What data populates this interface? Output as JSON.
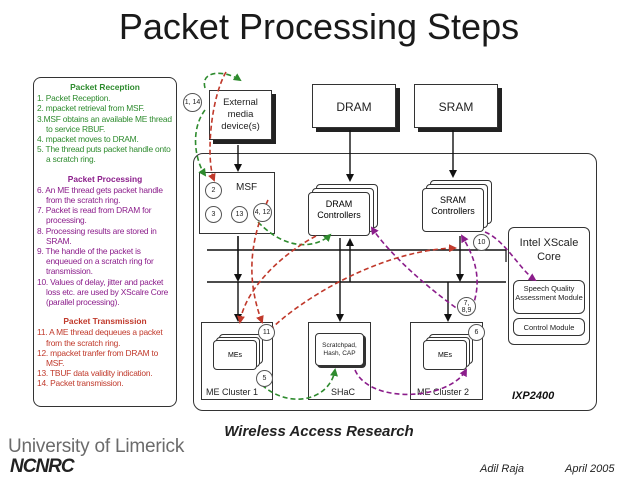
{
  "title": "Packet Processing Steps",
  "reception": {
    "heading": "Packet Reception",
    "steps": [
      "1. Packet Reception.",
      "2. mpacket retrieval from MSF.",
      "3.MSF obtains an available ME thread to service RBUF.",
      "4. mpacket moves to DRAM.",
      "5. The thread puts packet handle onto a scratch ring."
    ]
  },
  "processing": {
    "heading": "Packet Processing",
    "steps": [
      "6. An ME thread gets packet handle from the scratch ring.",
      "7. Packet is read from DRAM for processing.",
      "8. Processing results are stored in SRAM.",
      "9. The handle of the packet is enqueued on a scratch ring for transmission.",
      "10. Values of delay, jitter and packet loss etc. are used by XScalre Core (parallel processing)."
    ]
  },
  "transmission": {
    "heading": "Packet Transmission",
    "steps": [
      "11. A ME thread dequeues a packet from the scratch ring.",
      "12. mpacket tranfer from DRAM to MSF.",
      "13. TBUF data validity indication.",
      "14. Packet transmission."
    ]
  },
  "diagram": {
    "external_media": "External media device(s)",
    "dram": "DRAM",
    "sram": "SRAM",
    "msf": "MSF",
    "dram_controllers": "DRAM Controllers",
    "sram_controllers": "SRAM Controllers",
    "xscale": "Intel XScale Core",
    "speech_module": "Speech Quality Assessment Module",
    "control_module": "Control Module",
    "mes_1": "MEs",
    "mes_2": "MEs",
    "scratchpad": "Scratchpad, Hash, CAP",
    "me_cluster_1": "ME Cluster 1",
    "shac": "SHaC",
    "me_cluster_2": "ME Cluster 2",
    "ixp": "IXP2400",
    "circles": {
      "c1": "1, 14",
      "c2": "2",
      "c3": "3",
      "c13": "13",
      "c4": "4, 12",
      "c10": "10",
      "c7": "7, 8,9",
      "c11": "11",
      "c5": "5",
      "c6": "6"
    }
  },
  "footer": {
    "research": "Wireless Access Research",
    "university": "University of Limerick",
    "org": "NCNRC",
    "author": "Adil Raja",
    "date": "April 2005"
  },
  "colors": {
    "reception": "#2e8b2e",
    "processing": "#8b1d8b",
    "transmission": "#c0392b"
  }
}
